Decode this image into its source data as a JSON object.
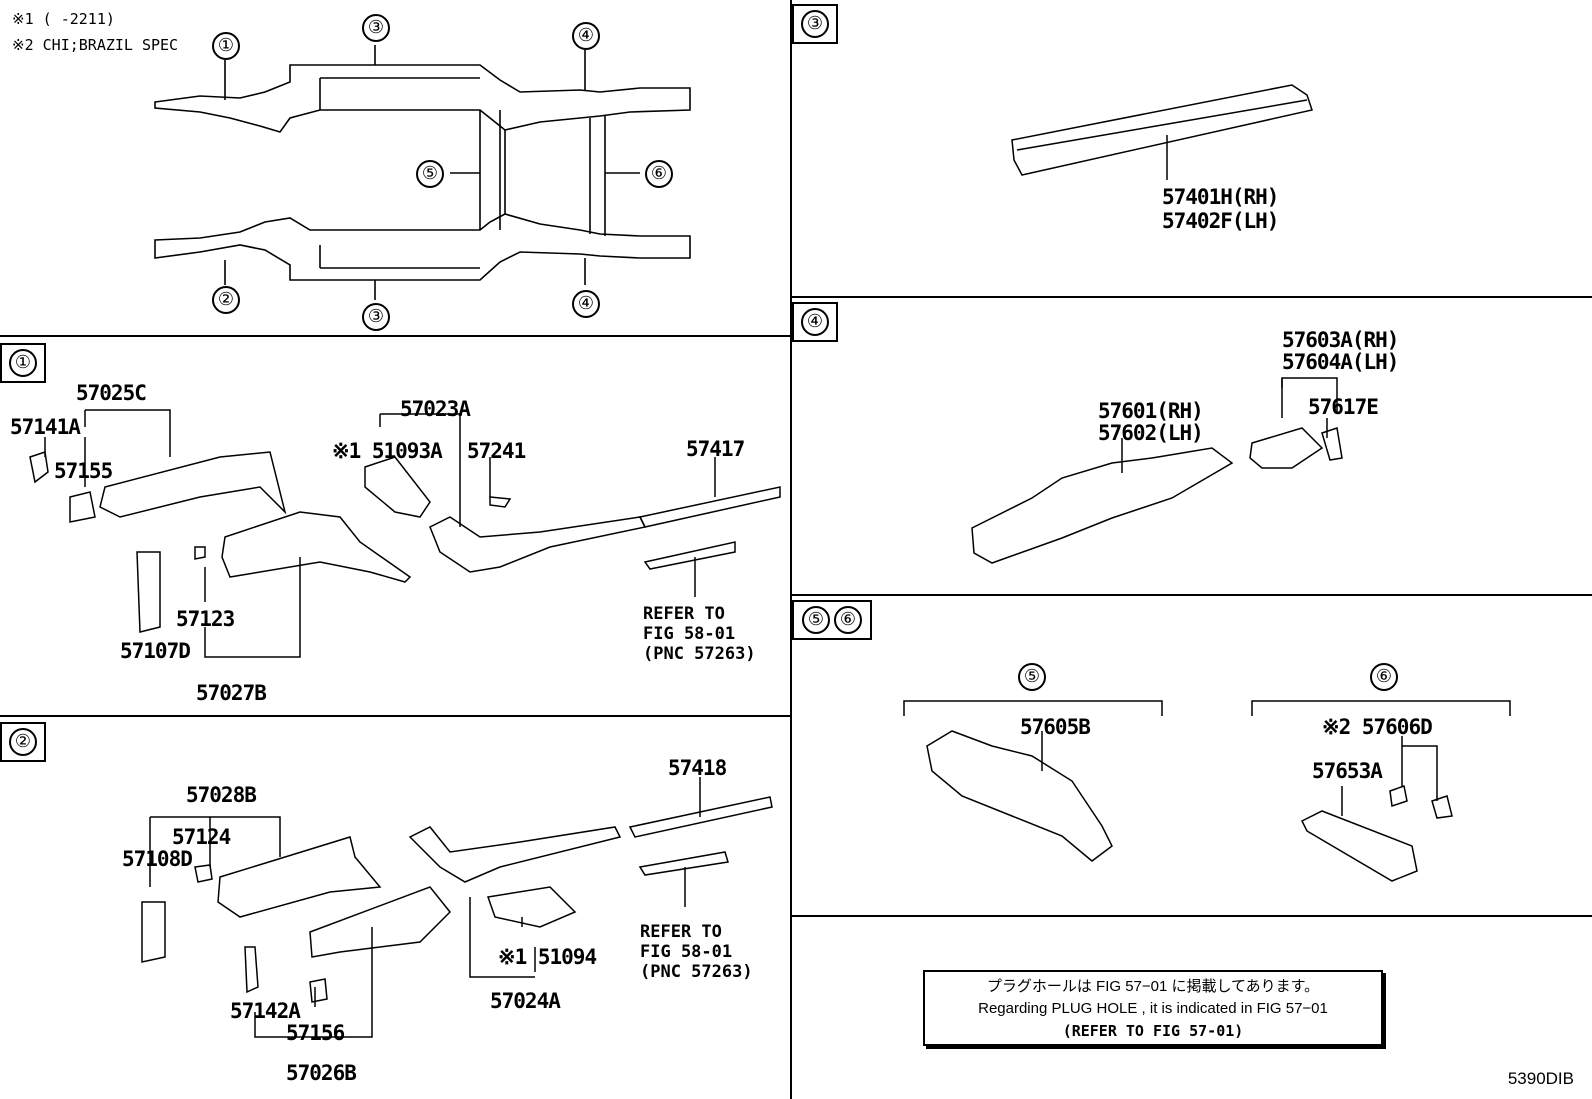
{
  "overview": {
    "note1": "※1 (     -2211)",
    "note2": "※2 CHI;BRAZIL SPEC",
    "circles": [
      "①",
      "②",
      "③",
      "③",
      "④",
      "④",
      "⑤",
      "⑥"
    ]
  },
  "section1": {
    "tag": "①",
    "parts": [
      "57025C",
      "57141A",
      "57155",
      "57023A",
      "※1 51093A",
      "57241",
      "57417",
      "57123",
      "57107D",
      "57027B"
    ],
    "refer": [
      "REFER TO",
      "FIG 58-01",
      "(PNC 57263)"
    ]
  },
  "section2": {
    "tag": "②",
    "parts": [
      "57418",
      "57028B",
      "57124",
      "57108D",
      "※1 51094",
      "57142A",
      "57156",
      "57024A",
      "57026B"
    ],
    "refer": [
      "REFER TO",
      "FIG 58-01",
      "(PNC 57263)"
    ]
  },
  "section3": {
    "tag": "③",
    "parts": [
      "57401H(RH)",
      "57402F(LH)"
    ]
  },
  "section4": {
    "tag": "④",
    "parts": [
      "57603A(RH)",
      "57604A(LH)",
      "57601(RH)",
      "57602(LH)",
      "57617E"
    ]
  },
  "section56": {
    "tag5": "⑤",
    "tag6": "⑥",
    "head5": "⑤",
    "head6": "⑥",
    "parts": [
      "57605B",
      "※2 57606D",
      "57653A"
    ]
  },
  "notebox": {
    "line1": "プラグホールは FIG 57−01 に掲載してあります。",
    "line2": "Regarding PLUG HOLE , it is indicated in FIG 57−01",
    "line3": "(REFER TO FIG 57-01)"
  },
  "footer_code": "5390DIB"
}
